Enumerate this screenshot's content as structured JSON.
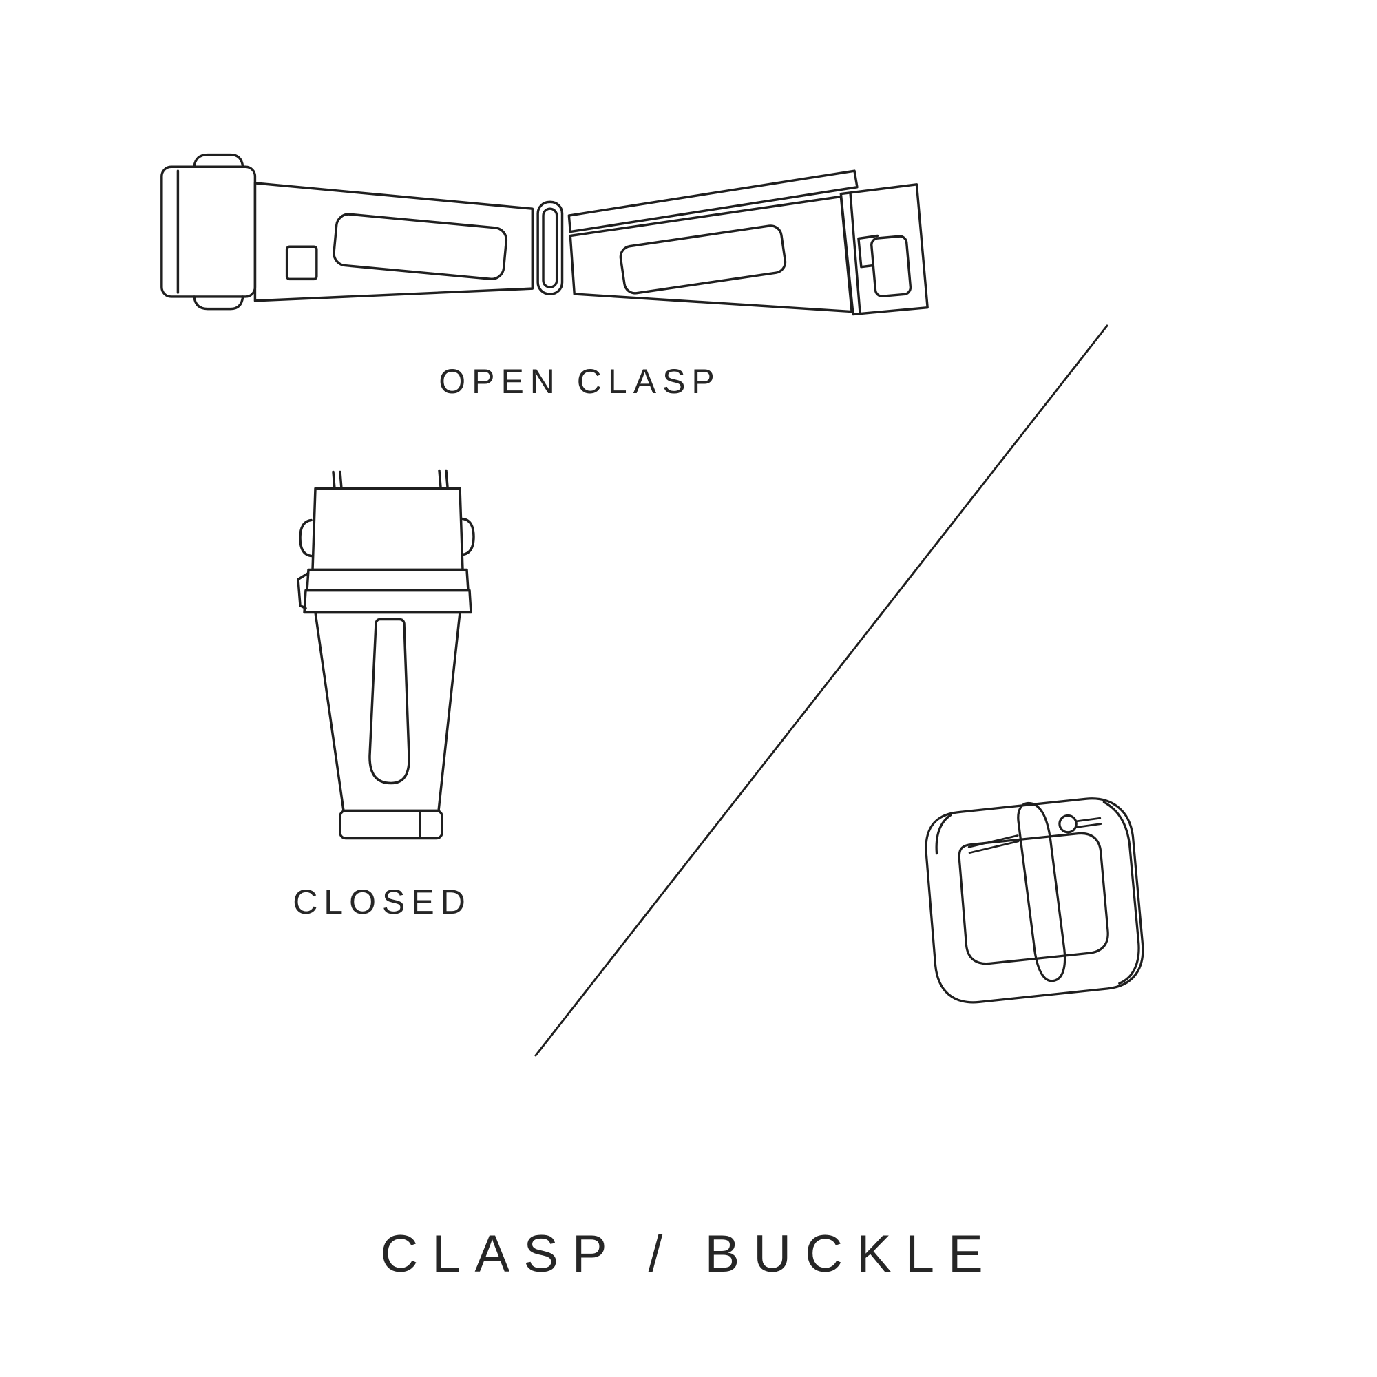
{
  "colors": {
    "background": "#ffffff",
    "line": "#1f1f1f",
    "text": "#262626"
  },
  "labels": {
    "open_clasp": "OPEN CLASP",
    "closed": "CLOSED",
    "title": "CLASP / BUCKLE"
  }
}
